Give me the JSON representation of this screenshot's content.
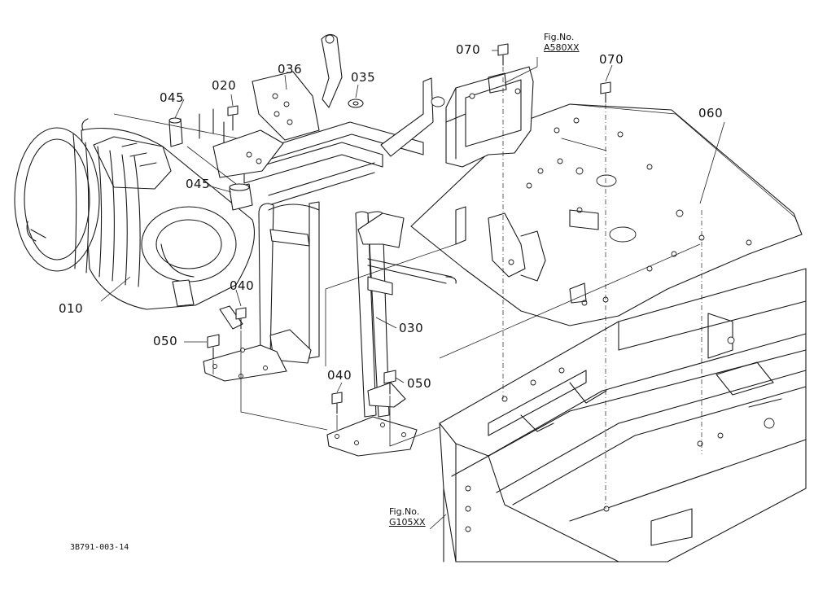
{
  "callouts": {
    "p010": "010",
    "p020": "020",
    "p030": "030",
    "p035": "035",
    "p036": "036",
    "p040a": "040",
    "p040b": "040",
    "p045a": "045",
    "p045b": "045",
    "p050a": "050",
    "p050b": "050",
    "p060": "060",
    "p070a": "070",
    "p070b": "070"
  },
  "figure_refs": {
    "top": {
      "label": "Fig.No.",
      "code": "A580XX"
    },
    "bottom": {
      "label": "Fig.No.",
      "code": "G105XX"
    }
  },
  "document_id": "3B791-003-14",
  "colors": {
    "line": "#1a1a1a",
    "background": "#ffffff"
  }
}
